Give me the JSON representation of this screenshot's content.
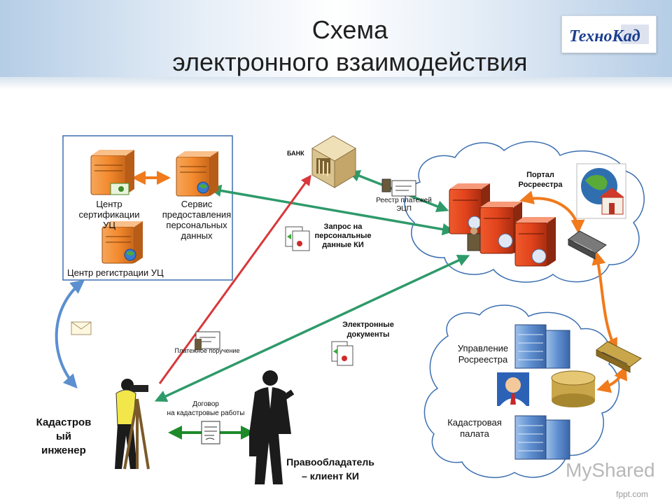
{
  "slide": {
    "title_line1": "Схема",
    "title_line2": "электронного взаимодействия",
    "logo_text": "ТехноКад"
  },
  "nodes": {
    "ca_center": "Центр сертификации УЦ",
    "ca_center_lines": [
      "Центр",
      "сертификации",
      "УЦ"
    ],
    "personal_data_service_lines": [
      "Сервис",
      "предоставления",
      "персональных",
      "данных"
    ],
    "registration_center": "Центр регистрации УЦ",
    "bank": "БАНК",
    "payments_registry_lines": [
      "Реестр платежей",
      "ЭЦП"
    ],
    "portal_lines": [
      "Портал",
      "Росреестра"
    ],
    "rosreestr_office_lines": [
      "Управление",
      "Росреестра"
    ],
    "cadastral_chamber_lines": [
      "Кадастровая",
      "палата"
    ],
    "engineer_lines": [
      "Кадастров",
      "ый",
      "инженер"
    ],
    "owner_lines": [
      "Правообладатель",
      "– клиент КИ"
    ]
  },
  "edges": {
    "request_lines": [
      "Запрос на",
      "персональные",
      "данные КИ"
    ],
    "payment_order": "Платежное поручение",
    "e_docs_lines": [
      "Электронные",
      "документы"
    ],
    "contract_lines": [
      "Договор",
      "на кадастровые работы"
    ]
  },
  "watermarks": {
    "myshared": "MyShared",
    "fppt": "fppt.com"
  },
  "colors": {
    "orange_link": "#f07a1c",
    "green_link": "#2e9a6a",
    "red_link": "#d9373a",
    "blue_link": "#5b8fcf",
    "dark_green_link": "#1f8a2a"
  }
}
